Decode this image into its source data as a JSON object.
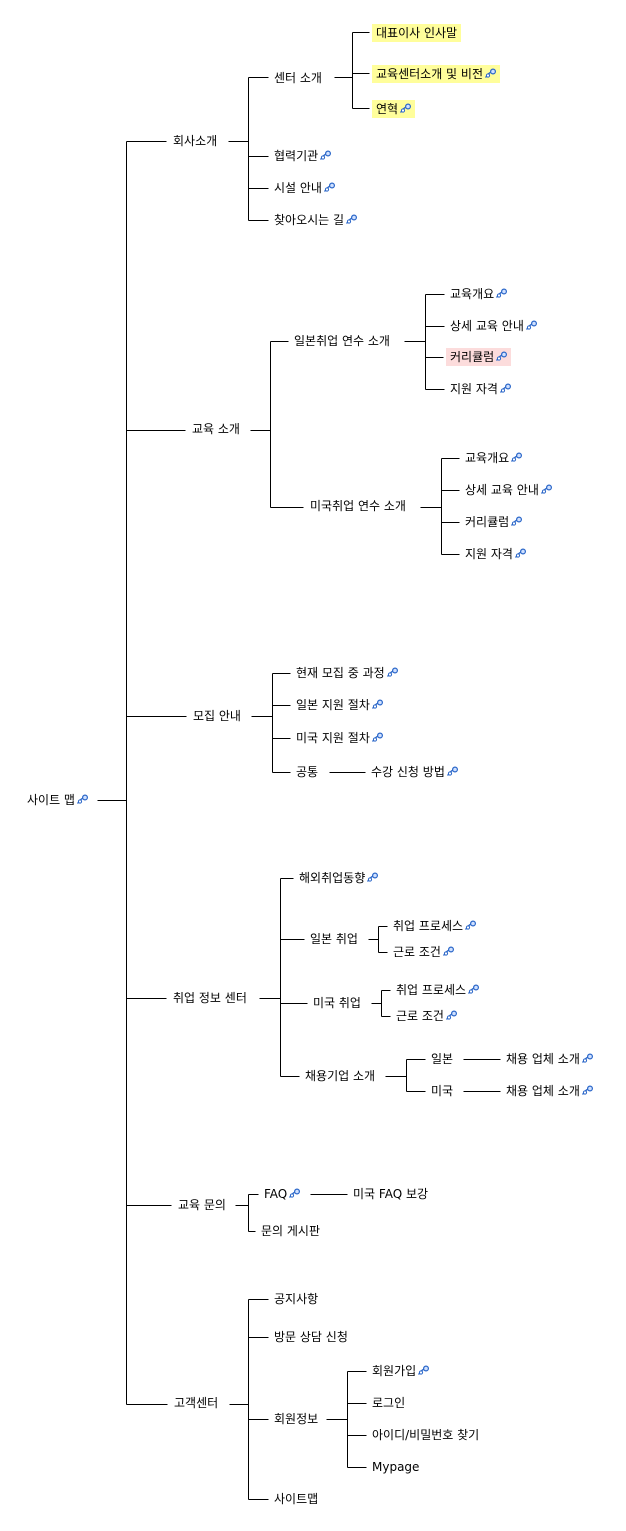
{
  "root": "사이트 맵",
  "link_icon": "link-swirl-icon",
  "highlight_colors": {
    "yellow": "#fffe9b",
    "pink": "#fcdcdc",
    "icon": "#2b67c9"
  },
  "sections": [
    {
      "label": "회사소개",
      "children": [
        {
          "label": "센터 소개",
          "children": [
            {
              "label": "대표이사 인사말",
              "highlight": "yellow"
            },
            {
              "label": "교육센터소개 및 비전",
              "highlight": "yellow",
              "icon": true
            },
            {
              "label": "연혁",
              "highlight": "yellow",
              "icon": true
            }
          ]
        },
        {
          "label": "협력기관",
          "icon": true
        },
        {
          "label": "시설 안내",
          "icon": true
        },
        {
          "label": "찾아오시는 길",
          "icon": true
        }
      ]
    },
    {
      "label": "교육 소개",
      "children": [
        {
          "label": "일본취업 연수 소개",
          "children": [
            {
              "label": "교육개요",
              "icon": true
            },
            {
              "label": "상세 교육 안내",
              "icon": true
            },
            {
              "label": "커리큘럼",
              "icon": true,
              "highlight": "pink"
            },
            {
              "label": "지원 자격",
              "icon": true
            }
          ]
        },
        {
          "label": "미국취업 연수 소개",
          "children": [
            {
              "label": "교육개요",
              "icon": true
            },
            {
              "label": "상세 교육 안내",
              "icon": true
            },
            {
              "label": "커리큘럼",
              "icon": true
            },
            {
              "label": "지원 자격",
              "icon": true
            }
          ]
        }
      ]
    },
    {
      "label": "모집 안내",
      "children": [
        {
          "label": "현재 모집 중 과정",
          "icon": true
        },
        {
          "label": "일본 지원 절차",
          "icon": true
        },
        {
          "label": "미국 지원 절차",
          "icon": true
        },
        {
          "label": "공통",
          "children": [
            {
              "label": "수강 신청 방법",
              "icon": true
            }
          ]
        }
      ]
    },
    {
      "label": "취업 정보 센터",
      "children": [
        {
          "label": "해외취업동향",
          "icon": true
        },
        {
          "label": "일본 취업",
          "children": [
            {
              "label": "취업 프로세스",
              "icon": true
            },
            {
              "label": "근로 조건",
              "icon": true
            }
          ]
        },
        {
          "label": "미국 취업",
          "children": [
            {
              "label": "취업 프로세스",
              "icon": true
            },
            {
              "label": "근로 조건",
              "icon": true
            }
          ]
        },
        {
          "label": "채용기업 소개",
          "children": [
            {
              "label": "일본",
              "children": [
                {
                  "label": "채용 업체 소개",
                  "icon": true
                }
              ]
            },
            {
              "label": "미국",
              "children": [
                {
                  "label": "채용 업체 소개",
                  "icon": true
                }
              ]
            }
          ]
        }
      ]
    },
    {
      "label": "교육 문의",
      "children": [
        {
          "label": "FAQ",
          "icon": true,
          "children": [
            {
              "label": "미국 FAQ 보강"
            }
          ]
        },
        {
          "label": "문의 게시판"
        }
      ]
    },
    {
      "label": "고객센터",
      "children": [
        {
          "label": "공지사항"
        },
        {
          "label": "방문 상담 신청"
        },
        {
          "label": "회원정보",
          "children": [
            {
              "label": "회원가입",
              "icon": true
            },
            {
              "label": "로그인"
            },
            {
              "label": "아이디/비밀번호 찾기"
            },
            {
              "label": "Mypage"
            }
          ]
        },
        {
          "label": "사이트맵"
        }
      ]
    }
  ]
}
